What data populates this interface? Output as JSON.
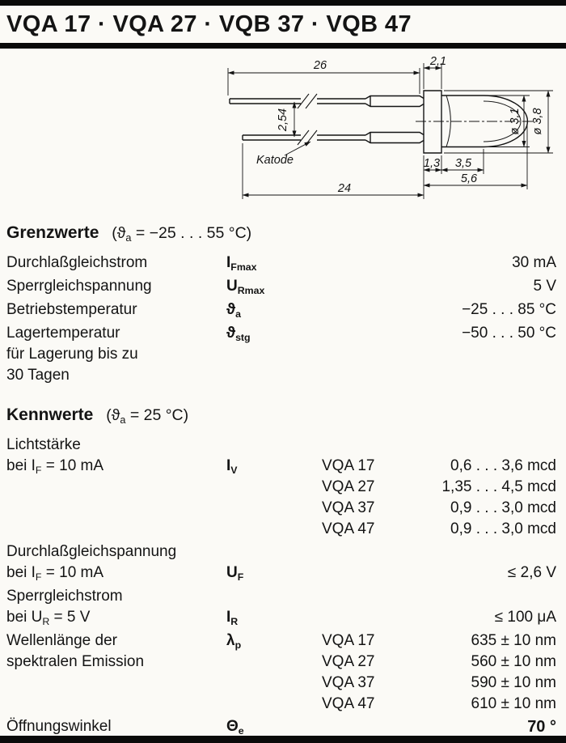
{
  "page": {
    "title": "VQA 17 · VQA 27 · VQB 37 · VQB 47"
  },
  "drawing": {
    "dim_26": "26",
    "dim_2_1": "2,1",
    "dim_2_54": "2,54",
    "dim_24": "24",
    "dim_1_3": "1,3",
    "dim_3_5": "3,5",
    "dim_5_6": "5,6",
    "dia_3_1": "ø 3,1",
    "dia_3_8": "ø 3,8",
    "katode_label": "Katode"
  },
  "grenzwerte": {
    "heading": "Grenzwerte",
    "cond_pre": "(ϑ",
    "cond_sub": "a",
    "cond_post": " = −25 . . . 55 °C)",
    "rows": [
      {
        "label": "Durchlaßgleichstrom",
        "sym": "I",
        "sub": "Fmax",
        "value": "30 mA"
      },
      {
        "label": "Sperrgleichspannung",
        "sym": "U",
        "sub": "Rmax",
        "value": "5 V"
      },
      {
        "label": "Betriebstemperatur",
        "sym": "ϑ",
        "sub": "a",
        "value": "−25 . . . 85 °C"
      },
      {
        "label": "Lagertemperatur",
        "label2": "für Lagerung bis zu",
        "label3": "30 Tagen",
        "sym": "ϑ",
        "sub": "stg",
        "value": "−50 . . . 50 °C"
      }
    ]
  },
  "kennwerte": {
    "heading": "Kennwerte",
    "cond_pre": "(ϑ",
    "cond_sub": "a",
    "cond_post": " = 25 °C)",
    "lichtstaerke": {
      "label1": "Lichtstärke",
      "label2_pre": "bei I",
      "label2_sub": "F",
      "label2_post": " = 10 mA",
      "sym": "I",
      "sub": "V",
      "models": [
        {
          "name": "VQA 17",
          "value": "0,6 . . . 3,6 mcd"
        },
        {
          "name": "VQA 27",
          "value": "1,35 . . . 4,5 mcd"
        },
        {
          "name": "VQA 37",
          "value": "0,9 . . . 3,0 mcd"
        },
        {
          "name": "VQA 47",
          "value": "0,9 . . . 3,0 mcd"
        }
      ]
    },
    "durchlass": {
      "label1": "Durchlaßgleichspannung",
      "label2_pre": "bei I",
      "label2_sub": "F",
      "label2_post": " = 10 mA",
      "sym": "U",
      "sub": "F",
      "value": "≤ 2,6 V"
    },
    "sperr": {
      "label1": "Sperrgleichstrom",
      "label2_pre": "bei U",
      "label2_sub": "R",
      "label2_post": " = 5 V",
      "sym": "I",
      "sub": "R",
      "value": "≤ 100 μA"
    },
    "wellenlaenge": {
      "label1": "Wellenlänge der",
      "label2": "spektralen Emission",
      "sym": "λ",
      "sub": "p",
      "models": [
        {
          "name": "VQA 17",
          "value": "635 ± 10 nm"
        },
        {
          "name": "VQA 27",
          "value": "560 ± 10 nm"
        },
        {
          "name": "VQA 37",
          "value": "590 ± 10 nm"
        },
        {
          "name": "VQA 47",
          "value": "610 ± 10 nm"
        }
      ]
    },
    "oeffnungswinkel": {
      "label": "Öffnungswinkel",
      "sym": "Θ",
      "sub": "e",
      "value": "70 °"
    }
  }
}
